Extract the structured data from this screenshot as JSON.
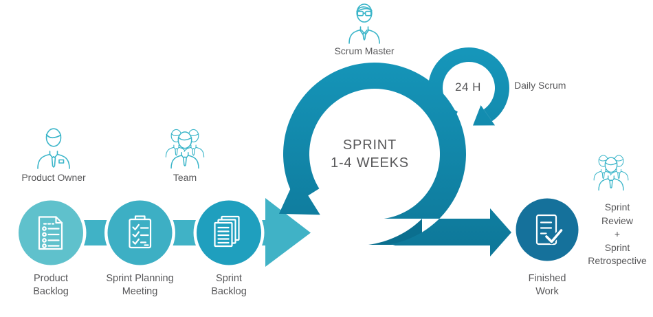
{
  "actors": {
    "product_owner": {
      "label": "Product Owner"
    },
    "team": {
      "label": "Team"
    },
    "scrum_master": {
      "label": "Scrum Master"
    },
    "review_meeting": {
      "lines": [
        "Sprint",
        "Review",
        "+",
        "Sprint",
        "Retrospective"
      ]
    }
  },
  "stages": {
    "product_backlog": {
      "line1": "Product",
      "line2": "Backlog"
    },
    "sprint_planning": {
      "line1": "Sprint Planning",
      "line2": "Meeting"
    },
    "sprint_backlog": {
      "line1": "Sprint",
      "line2": "Backlog"
    },
    "finished_work": {
      "line1": "Finished",
      "line2": "Work"
    }
  },
  "sprint_loop": {
    "line1": "SPRINT",
    "line2": "1-4 WEEKS"
  },
  "daily_loop": {
    "duration": "24 H",
    "label": "Daily Scrum"
  },
  "colors": {
    "loop_top": "#1697bb",
    "loop_bottom": "#0d7495",
    "loop_shadow": "#0b6f8f",
    "process_band": "#40b2c6",
    "stage_product_backlog": "#5fc1cc",
    "stage_sprint_planning": "#3dafc4",
    "stage_sprint_backlog": "#1f9fbe",
    "stage_finished_work": "#15719b",
    "person_icon": "#3ab5c9",
    "text": "#58585a"
  }
}
